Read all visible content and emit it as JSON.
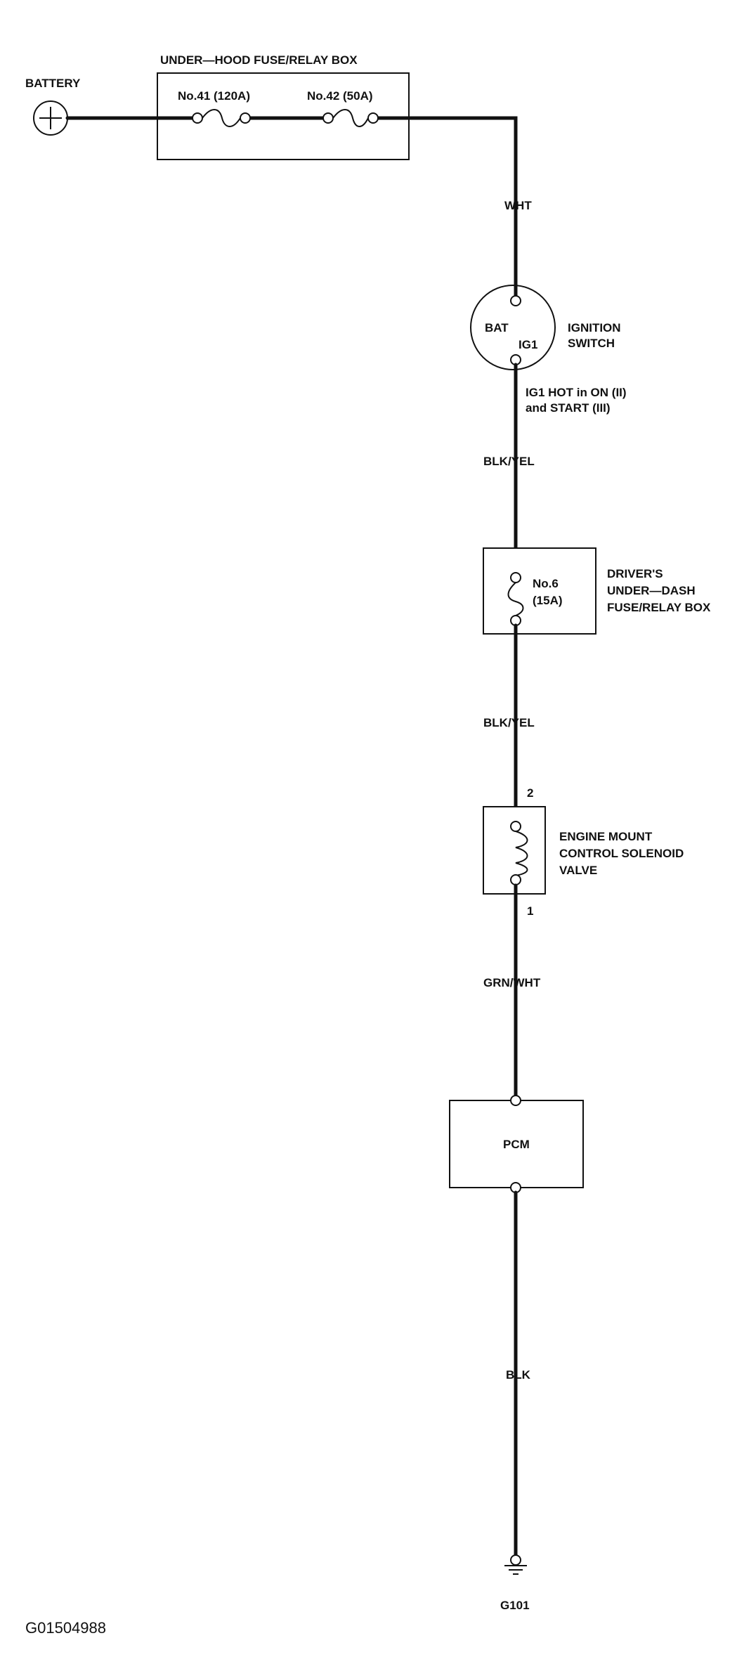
{
  "battery": {
    "label": "BATTERY"
  },
  "underhood_box": {
    "title": "UNDER—HOOD FUSE/RELAY BOX",
    "fuse_a": "No.41 (120A)",
    "fuse_b": "No.42 (50A)"
  },
  "wires": {
    "w1": "WHT",
    "w2": "BLK/YEL",
    "w3": "BLK/YEL",
    "w4": "GRN/WHT",
    "w5": "BLK"
  },
  "ignition_switch": {
    "bat": "BAT",
    "ig1": "IG1",
    "label_line1": "IGNITION",
    "label_line2": "SWITCH",
    "note_line1": "IG1 HOT in ON (II)",
    "note_line2": "and START (III)"
  },
  "dash_box": {
    "fuse_line1": "No.6",
    "fuse_line2": "(15A)",
    "label_line1": "DRIVER'S",
    "label_line2": "UNDER—DASH",
    "label_line3": "FUSE/RELAY BOX"
  },
  "solenoid": {
    "pin_top": "2",
    "pin_bottom": "1",
    "label_line1": "ENGINE MOUNT",
    "label_line2": "CONTROL SOLENOID",
    "label_line3": "VALVE"
  },
  "pcm": {
    "label": "PCM"
  },
  "ground": {
    "label": "G101"
  },
  "figure_id": "G01504988"
}
